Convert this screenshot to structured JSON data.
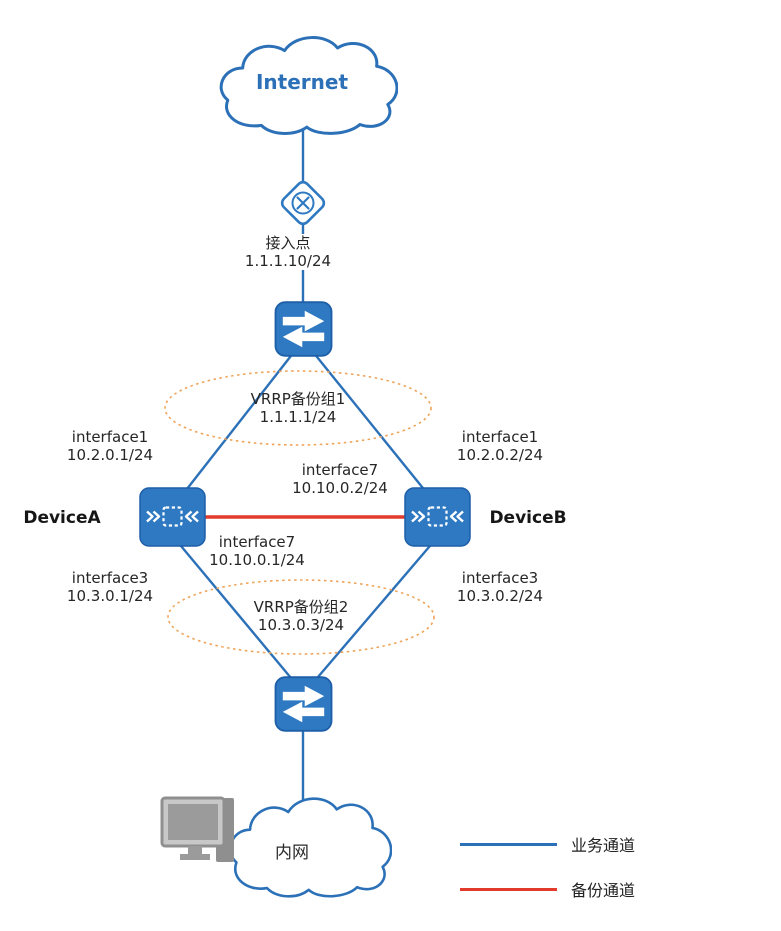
{
  "colors": {
    "line-blue": "#2C71B8",
    "line-red": "#E23B2B",
    "ellipse-orange": "#F0A459",
    "icon-blue": "#2E79C2",
    "icon-blue-dark": "#1E5FA8",
    "text": "#262626",
    "pc-gray": "#C8C8C8",
    "pc-gray-dark": "#8F8F8F",
    "pc-screen": "#9B9B9B"
  },
  "internet_cloud": {
    "label": "Internet"
  },
  "access_point": {
    "name": "接入点",
    "ip": "1.1.1.10/24"
  },
  "vrrp_group1": {
    "name": "VRRP备份组1",
    "vip": "1.1.1.1/24"
  },
  "vrrp_group2": {
    "name": "VRRP备份组2",
    "vip": "10.3.0.3/24"
  },
  "device_a": {
    "name": "DeviceA",
    "if1": {
      "name": "interface1",
      "ip": "10.2.0.1/24"
    },
    "if3": {
      "name": "interface3",
      "ip": "10.3.0.1/24"
    },
    "if7": {
      "name": "interface7",
      "ip": "10.10.0.1/24"
    }
  },
  "device_b": {
    "name": "DeviceB",
    "if1": {
      "name": "interface1",
      "ip": "10.2.0.2/24"
    },
    "if3": {
      "name": "interface3",
      "ip": "10.3.0.2/24"
    },
    "if7": {
      "name": "interface7",
      "ip": "10.10.0.2/24"
    }
  },
  "intranet_cloud": {
    "label": "内网"
  },
  "legend": {
    "service": "业务通道",
    "backup": "备份通道"
  }
}
